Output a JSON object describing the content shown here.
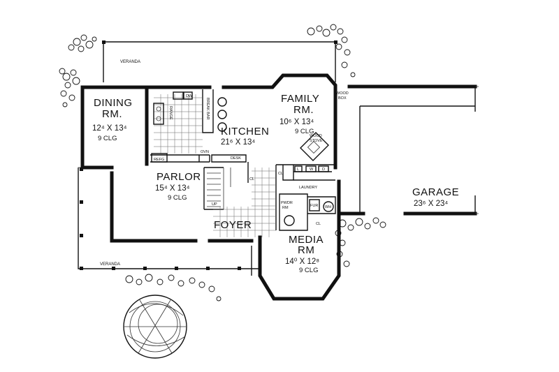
{
  "rooms": {
    "dining": {
      "name_1": "DINING",
      "name_2": "RM.",
      "dims": "12⁴ X 13⁴",
      "ceiling": "9 CLG"
    },
    "family": {
      "name_1": "FAMILY",
      "name_2": "RM.",
      "dims": "10⁶ X 13⁴",
      "ceiling": "9 CLG"
    },
    "kitchen": {
      "name": "KITCHEN",
      "dims": "21⁶ X 13⁴"
    },
    "parlor": {
      "name": "PARLOR",
      "dims": "15⁴ X 13⁴",
      "ceiling": "9 CLG"
    },
    "foyer": {
      "name": "FOYER"
    },
    "media": {
      "name_1": "MEDIA",
      "name_2": "RM",
      "dims": "14⁰ X 12⁸",
      "ceiling": "9 CLG"
    },
    "garage": {
      "name": "GARAGE",
      "dims": "23⁶ X 23⁴"
    }
  },
  "small_labels": {
    "veranda_top": "VERANDA",
    "veranda_bottom": "VERANDA",
    "range": "RANGE",
    "dw": "DW",
    "breakfast_bar": "BREAK BAR",
    "refrig": "REFG",
    "oven": "OVN",
    "desk": "DESK",
    "wood_stove_1": "WOOD",
    "wood_stove_2": "STOVE",
    "wood_box_1": "WOOD",
    "wood_box_2": "BOX",
    "laundry": "LAUNDRY",
    "linen": "L",
    "washer": "W",
    "dryer": "D",
    "powder_1": "PWDR",
    "powder_2": "RM",
    "furnace": "FUR",
    "water_heater": "WH",
    "closet_foyer": "CL",
    "closet_media": "CL",
    "closet_hall": "CL",
    "up": "UP"
  }
}
